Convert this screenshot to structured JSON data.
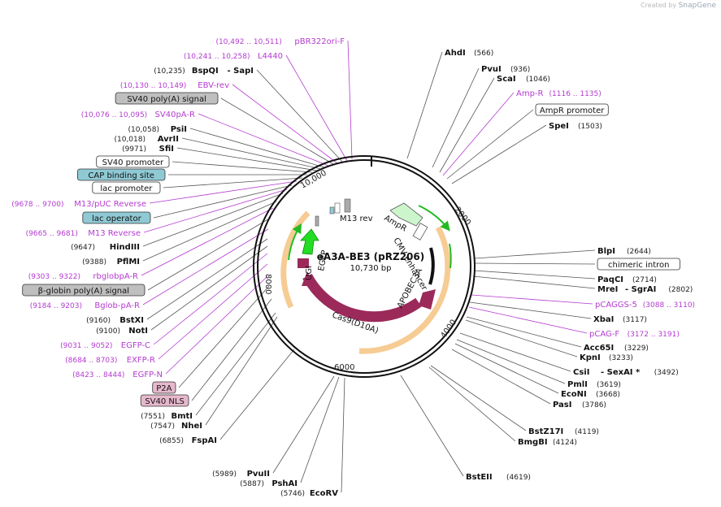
{
  "watermark": {
    "prefix": "Created by",
    "brand": "SnapGene"
  },
  "plasmid": {
    "name": "eA3A-BE3 (pRZ206)",
    "length": "10,730 bp"
  },
  "ticks": [
    "2000",
    "4000",
    "6000",
    "8000",
    "10,000"
  ],
  "features": [
    "Cas9(D10A)",
    "APOBEC3A",
    "CMV enhancer",
    "AmpR",
    "M13 rev",
    "UGI",
    "EGFP"
  ],
  "left_labels": [
    {
      "kind": "primer",
      "pos": "(10,492 .. 10,511)",
      "name": "pBR322ori-F"
    },
    {
      "kind": "primer",
      "pos": "(10,241 .. 10,258)",
      "name": "L4440"
    },
    {
      "kind": "enzyme",
      "pos": "(10,235)",
      "name": "BspQI",
      "suffix": "- SapI"
    },
    {
      "kind": "primer",
      "pos": "(10,130 .. 10,149)",
      "name": "EBV-rev"
    },
    {
      "kind": "feature",
      "name": "SV40 poly(A) signal",
      "color": "#bfbfbf"
    },
    {
      "kind": "primer",
      "pos": "(10,076 .. 10,095)",
      "name": "SV40pA-R"
    },
    {
      "kind": "enzyme",
      "pos": "(10,058)",
      "name": "PsiI"
    },
    {
      "kind": "enzyme",
      "pos": "(10,018)",
      "name": "AvrII"
    },
    {
      "kind": "enzyme",
      "pos": "(9971)",
      "name": "SfiI"
    },
    {
      "kind": "feature",
      "name": "SV40 promoter",
      "color": "#ffffff"
    },
    {
      "kind": "feature",
      "name": "CAP binding site",
      "color": "#8fc9d4"
    },
    {
      "kind": "feature",
      "name": "lac promoter",
      "color": "#ffffff"
    },
    {
      "kind": "primer",
      "pos": "(9678 .. 9700)",
      "name": "M13/pUC Reverse"
    },
    {
      "kind": "feature",
      "name": "lac operator",
      "color": "#8fc9d4"
    },
    {
      "kind": "primer",
      "pos": "(9665 .. 9681)",
      "name": "M13 Reverse"
    },
    {
      "kind": "enzyme",
      "pos": "(9647)",
      "name": "HindIII"
    },
    {
      "kind": "enzyme",
      "pos": "(9388)",
      "name": "PflMI"
    },
    {
      "kind": "primer",
      "pos": "(9303 .. 9322)",
      "name": "rbglobpA-R"
    },
    {
      "kind": "feature",
      "name": "β-globin poly(A) signal",
      "color": "#bfbfbf"
    },
    {
      "kind": "primer",
      "pos": "(9184 .. 9203)",
      "name": "Bglob-pA-R"
    },
    {
      "kind": "enzyme",
      "pos": "(9160)",
      "name": "BstXI"
    },
    {
      "kind": "enzyme",
      "pos": "(9100)",
      "name": "NotI"
    },
    {
      "kind": "primer",
      "pos": "(9031 .. 9052)",
      "name": "EGFP-C"
    },
    {
      "kind": "primer",
      "pos": "(8684 .. 8703)",
      "name": "EXFP-R"
    },
    {
      "kind": "primer",
      "pos": "(8423 .. 8444)",
      "name": "EGFP-N"
    },
    {
      "kind": "feature",
      "name": "P2A",
      "color": "#e6b8cc"
    },
    {
      "kind": "feature",
      "name": "SV40 NLS",
      "color": "#e6b8cc"
    },
    {
      "kind": "enzyme",
      "pos": "(7551)",
      "name": "BmtI"
    },
    {
      "kind": "enzyme",
      "pos": "(7547)",
      "name": "NheI"
    },
    {
      "kind": "enzyme",
      "pos": "(6855)",
      "name": "FspAI"
    },
    {
      "kind": "enzyme",
      "pos": "(5989)",
      "name": "PvuII"
    },
    {
      "kind": "enzyme",
      "pos": "(5887)",
      "name": "PshAI"
    },
    {
      "kind": "enzyme",
      "pos": "(5746)",
      "name": "EcoRV"
    }
  ],
  "right_labels": [
    {
      "kind": "enzyme",
      "name": "AhdI",
      "pos": "(566)"
    },
    {
      "kind": "enzyme",
      "name": "PvuI",
      "pos": "(936)"
    },
    {
      "kind": "enzyme",
      "name": "ScaI",
      "pos": "(1046)"
    },
    {
      "kind": "primer",
      "name": "Amp-R",
      "pos": "(1116 .. 1135)"
    },
    {
      "kind": "feature",
      "name": "AmpR promoter",
      "color": "#ffffff"
    },
    {
      "kind": "enzyme",
      "name": "SpeI",
      "pos": "(1503)"
    },
    {
      "kind": "enzyme",
      "name": "BlpI",
      "pos": "(2644)"
    },
    {
      "kind": "feature",
      "name": "chimeric intron",
      "color": "#ffffff"
    },
    {
      "kind": "enzyme",
      "name": "PaqCI",
      "pos": "(2714)"
    },
    {
      "kind": "enzyme",
      "name": "MreI",
      "suffix": "- SgrAI",
      "pos": "(2802)"
    },
    {
      "kind": "primer",
      "name": "pCAGGS-5",
      "pos": "(3088 .. 3110)"
    },
    {
      "kind": "enzyme",
      "name": "XbaI",
      "pos": "(3117)"
    },
    {
      "kind": "primer",
      "name": "pCAG-F",
      "pos": "(3172 .. 3191)"
    },
    {
      "kind": "enzyme",
      "name": "Acc65I",
      "pos": "(3229)"
    },
    {
      "kind": "enzyme",
      "name": "KpnI",
      "pos": "(3233)"
    },
    {
      "kind": "enzyme",
      "name": "CsiI",
      "suffix": "- SexAI *",
      "pos": "(3492)"
    },
    {
      "kind": "enzyme",
      "name": "PmlI",
      "pos": "(3619)"
    },
    {
      "kind": "enzyme",
      "name": "EcoNI",
      "pos": "(3668)"
    },
    {
      "kind": "enzyme",
      "name": "PasI",
      "pos": "(3786)"
    },
    {
      "kind": "enzyme",
      "name": "BstZ17I",
      "pos": "(4119)"
    },
    {
      "kind": "enzyme",
      "name": "BmgBI",
      "pos": "(4124)"
    },
    {
      "kind": "enzyme",
      "name": "BstEII",
      "pos": "(4619)"
    }
  ],
  "colors": {
    "cas9": "#9b2a5a",
    "ugi": "#9b2a5a",
    "apobec": "#9b2a5a",
    "egfp": "#22dd22",
    "ampr": "#ccf5cc",
    "orf": "#f2b766",
    "primer": "#b43bd0",
    "enzyme_line": "#555555"
  }
}
